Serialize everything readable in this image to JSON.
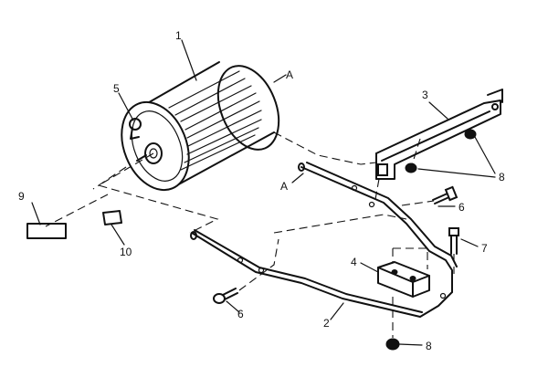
{
  "callouts": {
    "c1": "1",
    "cA_top": "A",
    "c5": "5",
    "c3": "3",
    "c8_upper": "8",
    "cA_left": "A",
    "c6_upper": "6",
    "c9": "9",
    "c10": "10",
    "c7": "7",
    "c4": "4",
    "c6_lower": "6",
    "c2": "2",
    "c8_lower": "8"
  }
}
